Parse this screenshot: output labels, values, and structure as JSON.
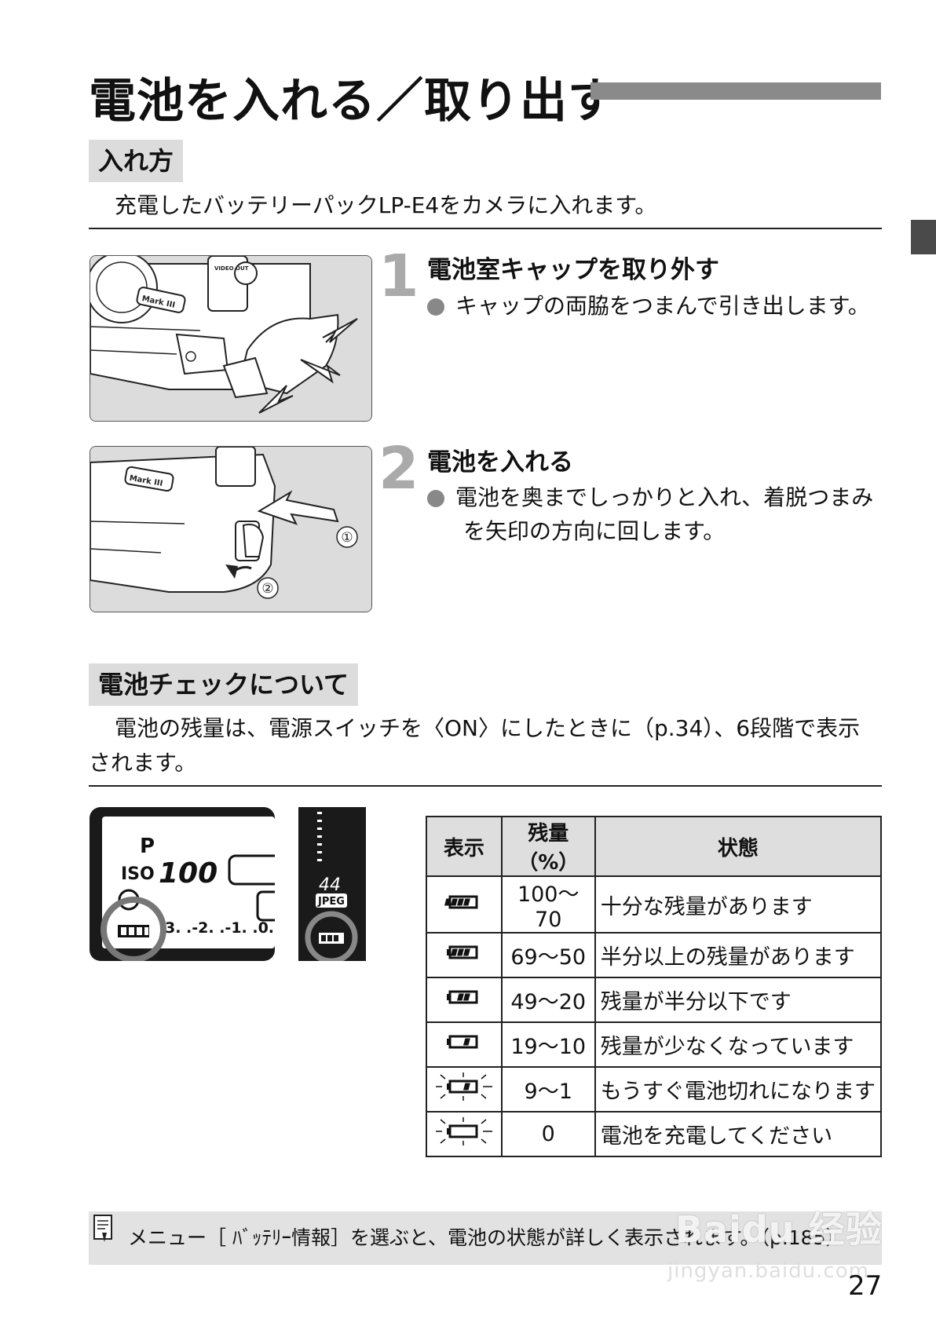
{
  "title": "電池を入れる／取り出す",
  "section1": {
    "heading": "入れ方",
    "intro": "充電したバッテリーパックLP-E4をカメラに入れます。"
  },
  "steps": [
    {
      "number": "1",
      "title": "電池室キャップを取り外す",
      "bullet": "キャップの両脇をつまんで引き出します。",
      "labels": [
        "VIDEO OUT",
        "Mark III"
      ]
    },
    {
      "number": "2",
      "title": "電池を入れる",
      "bullet": "電池を奥までしっかりと入れ、着脱つまみを矢印の方向に回します。",
      "labels": [
        "Mark III",
        "①",
        "②"
      ]
    }
  ],
  "section2": {
    "heading": "電池チェックについて",
    "intro": "電池の残量は、電源スイッチを〈ON〉にしたときに（p.34）、6段階で表示されます。"
  },
  "lcd": {
    "mode": "P",
    "iso_label": "ISO",
    "iso_value": "100",
    "scale": "3. .-2. .-1. .0. .",
    "shots": "44",
    "format": "JPEG"
  },
  "table": {
    "headers": [
      "表示",
      "残量（%）",
      "状態"
    ],
    "rows": [
      {
        "level": 4,
        "blink": false,
        "range": "100〜70",
        "status": "十分な残量があります"
      },
      {
        "level": 3,
        "blink": false,
        "range": "69〜50",
        "status": "半分以上の残量があります"
      },
      {
        "level": 2,
        "blink": false,
        "range": "49〜20",
        "status": "残量が半分以下です"
      },
      {
        "level": 1,
        "blink": false,
        "range": "19〜10",
        "status": "残量が少なくなっています"
      },
      {
        "level": 1,
        "blink": true,
        "range": "9〜1",
        "status": "もうすぐ電池切れになります"
      },
      {
        "level": 0,
        "blink": true,
        "range": "0",
        "status": "電池を充電してください"
      }
    ]
  },
  "note": {
    "text": "メニュー［ ﾊﾞｯﾃﾘｰ情報］を選ぶと、電池の状態が詳しく表示されます。（p.185）"
  },
  "page_number": "27",
  "watermark": {
    "main": "Baidu 经验",
    "sub": "jingyan.baidu.com"
  }
}
